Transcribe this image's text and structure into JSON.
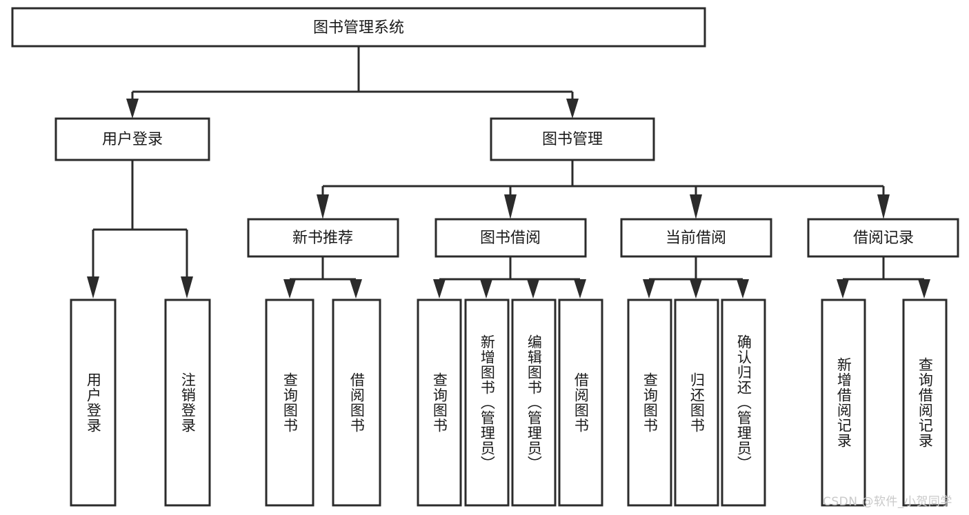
{
  "diagram": {
    "title": "图书管理系统",
    "type": "tree",
    "watermark": "CSDN @软件_小贺同学",
    "colors": {
      "stroke": "#2b2b2b",
      "fill": "#ffffff",
      "text": "#1a1a1a",
      "watermark": "#c9c9c9",
      "background": "#ffffff"
    },
    "nodes": {
      "root": "图书管理系统",
      "level2": {
        "user_login": "用户登录",
        "book_manage": "图书管理"
      },
      "level3": {
        "new_book_rec": "新书推荐",
        "book_borrow": "图书借阅",
        "current_borrow": "当前借阅",
        "borrow_record": "借阅记录"
      },
      "leaves": {
        "user_login": [
          "用户登录",
          "注销登录"
        ],
        "new_book_rec": [
          "查询图书",
          "借阅图书"
        ],
        "book_borrow": [
          "查询图书",
          "新增图书（管理员）",
          "编辑图书（管理员）",
          "借阅图书"
        ],
        "current_borrow": [
          "查询图书",
          "归还图书",
          "确认归还（管理员）"
        ],
        "borrow_record": [
          "新增借阅记录",
          "查询借阅记录"
        ]
      }
    }
  }
}
